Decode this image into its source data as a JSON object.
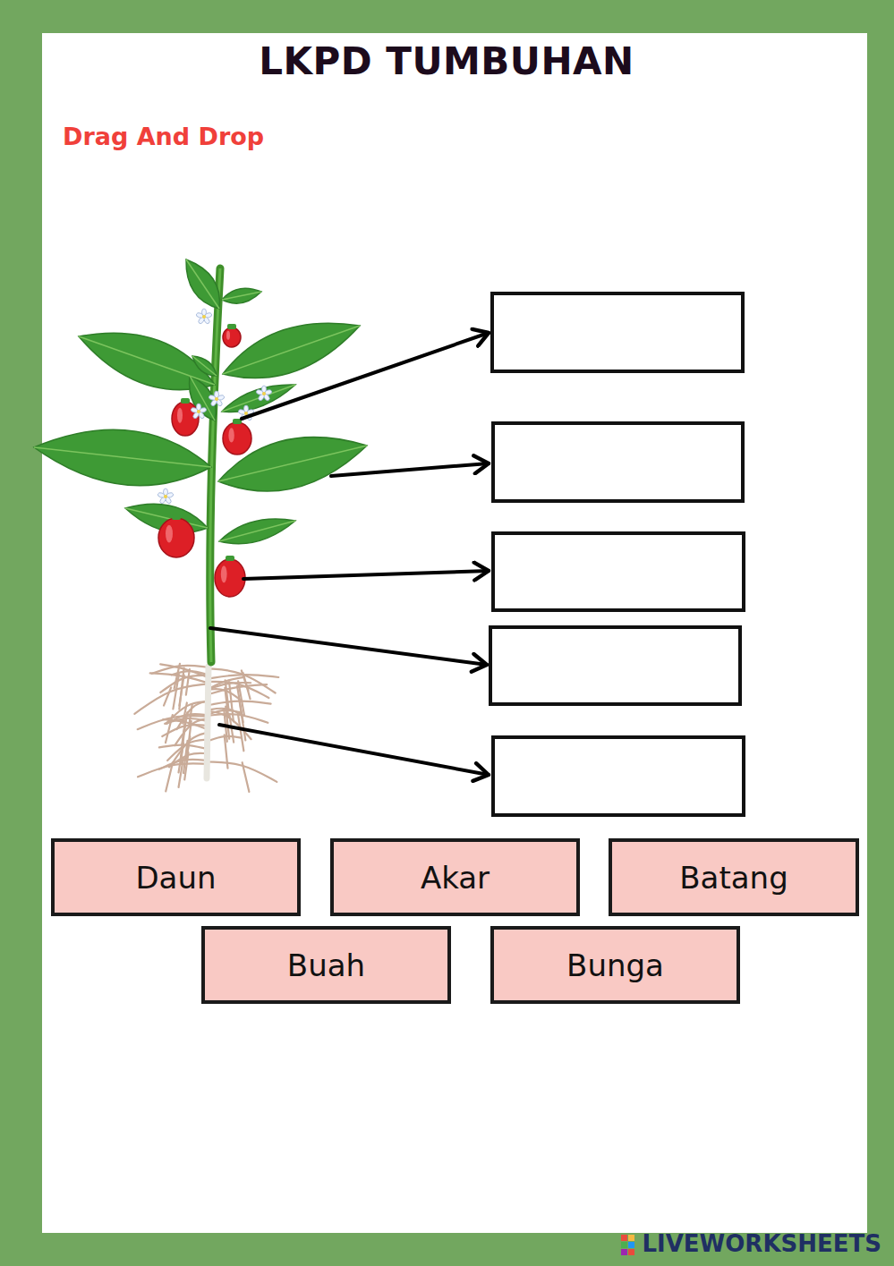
{
  "diagram": {
    "title": "LKPD TUMBUHAN",
    "nodes": [
      {
        "text": [
          "Daun"
        ]
      },
      {
        "text": [
          "Akar"
        ]
      },
      {
        "text": [
          "Batang"
        ]
      },
      {
        "text": [
          "Buah"
        ]
      },
      {
        "text": [
          "Bunga"
        ]
      }
    ],
    "labels": [
      "Drag And Drop",
      "LIVEWORKSHEETS"
    ]
  }
}
